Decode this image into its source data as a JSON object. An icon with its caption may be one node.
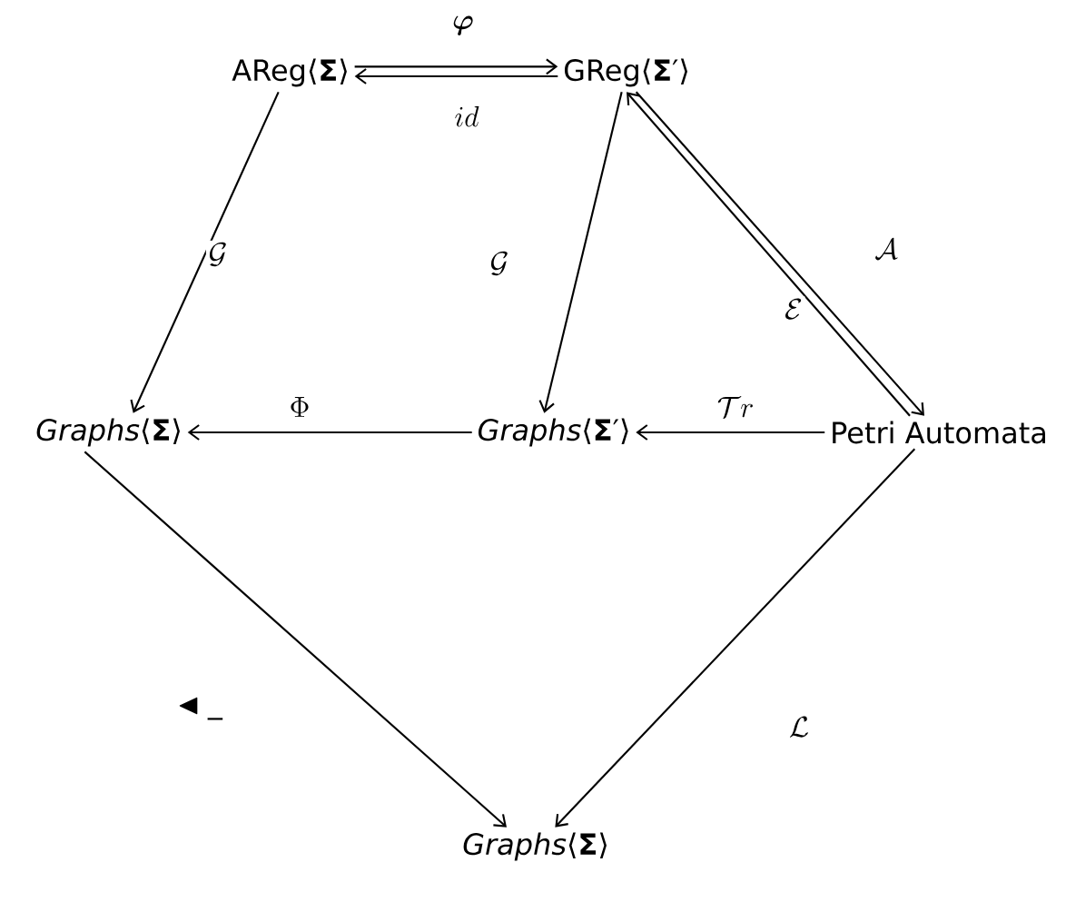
{
  "diagram": {
    "nodes": [
      {
        "text": [
          "AReg⟨**Σ**⟩"
        ]
      },
      {
        "text": [
          "GReg⟨**Σ**′⟩"
        ]
      },
      {
        "text": [
          "*Graphs*⟨**Σ**⟩"
        ]
      },
      {
        "text": [
          "*Graphs*⟨**Σ**′⟩"
        ]
      },
      {
        "text": [
          "Petri Automata"
        ]
      },
      {
        "text": [
          "*Graphs*⟨**Σ**⟩"
        ]
      }
    ],
    "edges": [
      {
        "from": 0,
        "to": 1,
        "arrow": "to",
        "label": "\\boldsymbol{\\varphi}"
      },
      {
        "from": 1,
        "to": 0,
        "arrow": "to",
        "label": "id"
      },
      {
        "from": 0,
        "to": 2,
        "arrow": "to",
        "label": "\\mathcal{G}"
      },
      {
        "from": 1,
        "to": 3,
        "arrow": "to",
        "label": "\\mathcal{G}"
      },
      {
        "from": 4,
        "to": 1,
        "arrow": "to",
        "label": "\\mathcal{E}"
      },
      {
        "from": 1,
        "to": 4,
        "arrow": "to",
        "label": "\\mathcal{A}"
      },
      {
        "from": 4,
        "to": 3,
        "arrow": "to",
        "label": "\\mathcal{T}r"
      },
      {
        "from": 3,
        "to": 2,
        "arrow": "to",
        "label": "\\Phi"
      },
      {
        "from": 2,
        "to": 5,
        "arrow": "to",
        "label": "\\blacktriangleleft\\_"
      },
      {
        "from": 4,
        "to": 5,
        "arrow": "to",
        "label": "\\mathcal{L}"
      }
    ]
  }
}
